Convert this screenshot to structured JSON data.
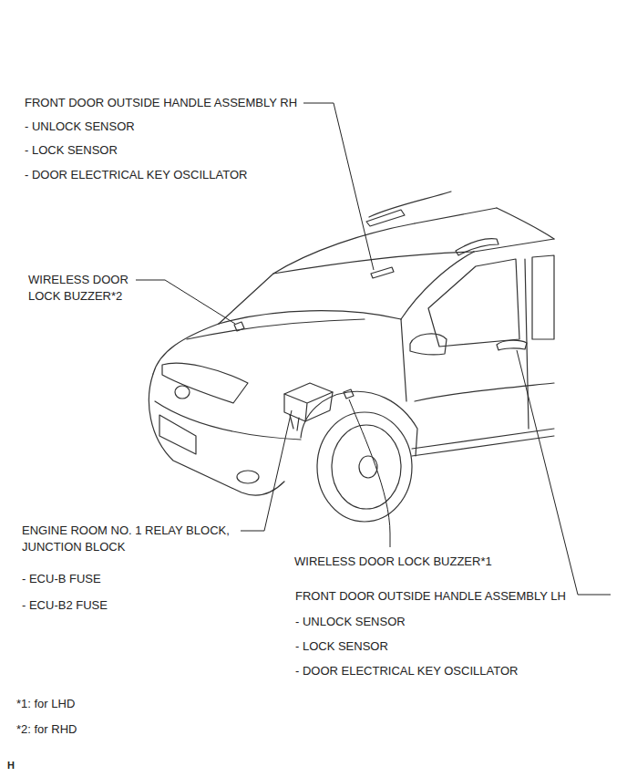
{
  "diagram": {
    "labels": [
      "FRONT DOOR OUTSIDE HANDLE ASSEMBLY RH",
      "- UNLOCK SENSOR",
      "- LOCK SENSOR",
      "- DOOR ELECTRICAL KEY OSCILLATOR",
      "WIRELESS DOOR LOCK BUZZER*2",
      "ENGINE ROOM NO. 1 RELAY BLOCK, JUNCTION BLOCK",
      "- ECU-B FUSE",
      "- ECU-B2 FUSE",
      "WIRELESS DOOR LOCK BUZZER*1",
      "FRONT DOOR OUTSIDE HANDLE ASSEMBLY LH",
      "- UNLOCK SENSOR",
      "- LOCK SENSOR",
      "- DOOR ELECTRICAL KEY OSCILLATOR",
      "*1: for LHD",
      "*2: for RHD",
      "H"
    ]
  }
}
